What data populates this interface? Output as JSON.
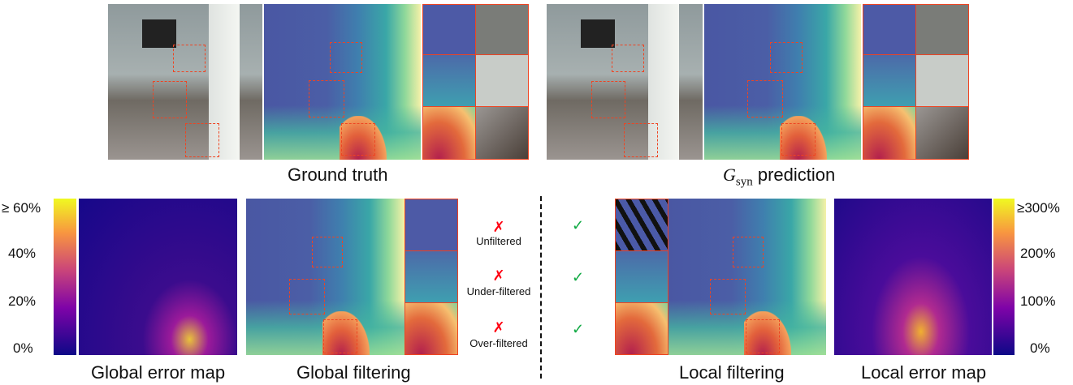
{
  "top_left": {
    "caption": "Ground truth"
  },
  "top_right": {
    "caption_symbol": "G",
    "caption_subscript": "syn",
    "caption_rest": " prediction"
  },
  "bottom": {
    "global_error_map": {
      "caption": "Global error map",
      "colorbar_ticks": [
        "≥ 60%",
        "40%",
        "20%",
        "0%"
      ]
    },
    "global_filtering": {
      "caption": "Global filtering"
    },
    "rows": [
      {
        "label": "Unfiltered",
        "global": "✗",
        "local": "✓"
      },
      {
        "label": "Under-filtered",
        "global": "✗",
        "local": "✓"
      },
      {
        "label": "Over-filtered",
        "global": "✗",
        "local": "✓"
      }
    ],
    "local_filtering": {
      "caption": "Local filtering"
    },
    "local_error_map": {
      "caption": "Local error map",
      "colorbar_ticks": [
        "≥300%",
        "200%",
        "100%",
        "0%"
      ]
    }
  },
  "colors": {
    "highlight": "#ee4422",
    "cross": "#ff0011",
    "check": "#11aa44"
  }
}
